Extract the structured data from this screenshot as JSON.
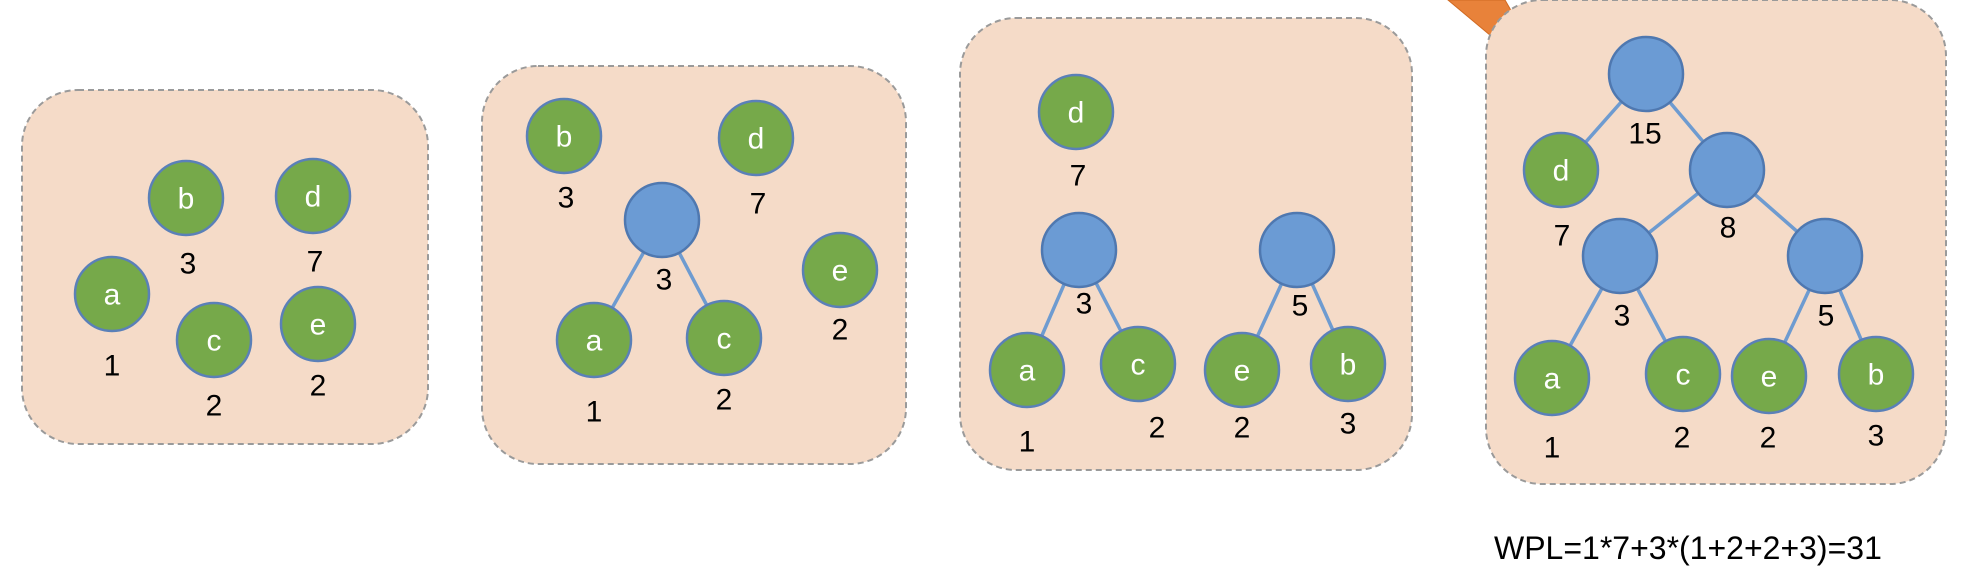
{
  "panels": [
    {
      "id": "step1",
      "nodes": [
        {
          "id": "b",
          "label": "b",
          "kind": "leaf",
          "weight": "3"
        },
        {
          "id": "d",
          "label": "d",
          "kind": "leaf",
          "weight": "7"
        },
        {
          "id": "a",
          "label": "a",
          "kind": "leaf",
          "weight": "1"
        },
        {
          "id": "c",
          "label": "c",
          "kind": "leaf",
          "weight": "2"
        },
        {
          "id": "e",
          "label": "e",
          "kind": "leaf",
          "weight": "2"
        }
      ],
      "edges": []
    },
    {
      "id": "step2",
      "nodes": [
        {
          "id": "b",
          "label": "b",
          "kind": "leaf",
          "weight": "3"
        },
        {
          "id": "d",
          "label": "d",
          "kind": "leaf",
          "weight": "7"
        },
        {
          "id": "n3",
          "label": "",
          "kind": "inner",
          "weight": "3"
        },
        {
          "id": "e",
          "label": "e",
          "kind": "leaf",
          "weight": "2"
        },
        {
          "id": "a",
          "label": "a",
          "kind": "leaf",
          "weight": "1"
        },
        {
          "id": "c",
          "label": "c",
          "kind": "leaf",
          "weight": "2"
        }
      ],
      "edges": [
        [
          "n3",
          "a"
        ],
        [
          "n3",
          "c"
        ]
      ]
    },
    {
      "id": "step3",
      "nodes": [
        {
          "id": "d",
          "label": "d",
          "kind": "leaf",
          "weight": "7"
        },
        {
          "id": "n3",
          "label": "",
          "kind": "inner",
          "weight": "3"
        },
        {
          "id": "n5",
          "label": "",
          "kind": "inner",
          "weight": "5"
        },
        {
          "id": "a",
          "label": "a",
          "kind": "leaf",
          "weight": "1"
        },
        {
          "id": "c",
          "label": "c",
          "kind": "leaf",
          "weight": "2"
        },
        {
          "id": "e",
          "label": "e",
          "kind": "leaf",
          "weight": "2"
        },
        {
          "id": "b",
          "label": "b",
          "kind": "leaf",
          "weight": "3"
        }
      ],
      "edges": [
        [
          "n3",
          "a"
        ],
        [
          "n3",
          "c"
        ],
        [
          "n5",
          "e"
        ],
        [
          "n5",
          "b"
        ]
      ]
    },
    {
      "id": "step4",
      "nodes": [
        {
          "id": "n15",
          "label": "",
          "kind": "inner",
          "weight": "15"
        },
        {
          "id": "d",
          "label": "d",
          "kind": "leaf",
          "weight": "7"
        },
        {
          "id": "n8",
          "label": "",
          "kind": "inner",
          "weight": "8"
        },
        {
          "id": "n3",
          "label": "",
          "kind": "inner",
          "weight": "3"
        },
        {
          "id": "n5",
          "label": "",
          "kind": "inner",
          "weight": "5"
        },
        {
          "id": "a",
          "label": "a",
          "kind": "leaf",
          "weight": "1"
        },
        {
          "id": "c",
          "label": "c",
          "kind": "leaf",
          "weight": "2"
        },
        {
          "id": "e",
          "label": "e",
          "kind": "leaf",
          "weight": "2"
        },
        {
          "id": "b",
          "label": "b",
          "kind": "leaf",
          "weight": "3"
        }
      ],
      "edges": [
        [
          "n15",
          "d"
        ],
        [
          "n15",
          "n8"
        ],
        [
          "n8",
          "n3"
        ],
        [
          "n8",
          "n5"
        ],
        [
          "n3",
          "a"
        ],
        [
          "n3",
          "c"
        ],
        [
          "n5",
          "e"
        ],
        [
          "n5",
          "b"
        ]
      ]
    }
  ],
  "formula": "WPL=1*7+3*(1+2+2+3)=31",
  "colors": {
    "panel_fill": "#f5dbc8",
    "leaf_fill": "#76a94a",
    "inner_fill": "#6b9bd4",
    "edge": "#6e9bd0",
    "arrow": "#e8823a"
  }
}
